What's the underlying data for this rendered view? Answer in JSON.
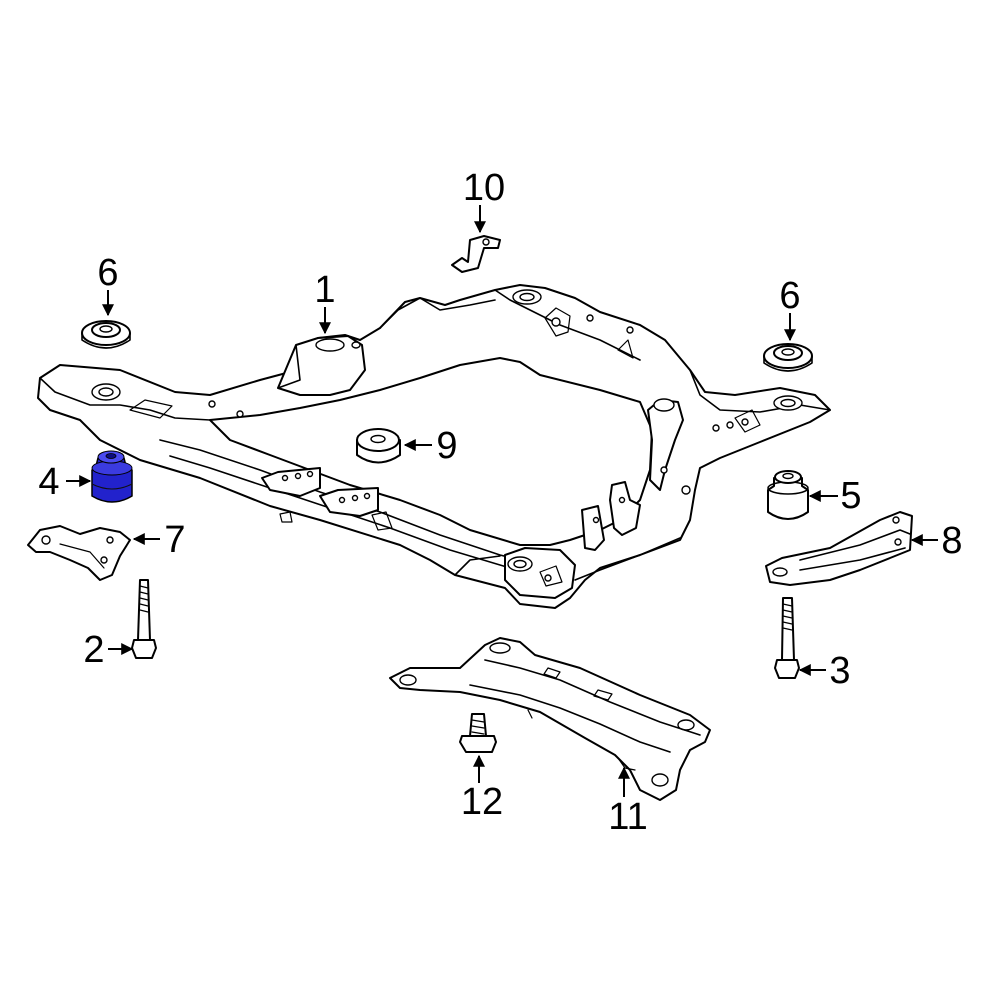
{
  "diagram": {
    "highlight_color": "#2222cc",
    "line_color": "#000000",
    "background": "#ffffff",
    "callouts": [
      {
        "id": "c1",
        "label": "1"
      },
      {
        "id": "c2",
        "label": "2"
      },
      {
        "id": "c3",
        "label": "3"
      },
      {
        "id": "c4",
        "label": "4"
      },
      {
        "id": "c5",
        "label": "5"
      },
      {
        "id": "c6a",
        "label": "6"
      },
      {
        "id": "c6b",
        "label": "6"
      },
      {
        "id": "c7",
        "label": "7"
      },
      {
        "id": "c8",
        "label": "8"
      },
      {
        "id": "c9",
        "label": "9"
      },
      {
        "id": "c10",
        "label": "10"
      },
      {
        "id": "c11",
        "label": "11"
      },
      {
        "id": "c12",
        "label": "12"
      }
    ],
    "highlighted_part": "4"
  }
}
